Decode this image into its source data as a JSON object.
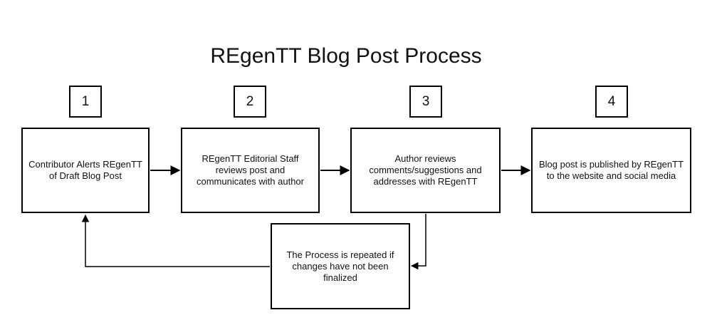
{
  "diagram": {
    "title": "REgenTT Blog Post Process",
    "steps": [
      {
        "number": "1",
        "text": "Contributor Alerts REgenTT of Draft Blog Post"
      },
      {
        "number": "2",
        "text": "REgenTT Editorial Staff reviews post and communicates with author"
      },
      {
        "number": "3",
        "text": "Author reviews comments/suggestions and addresses with REgenTT"
      },
      {
        "number": "4",
        "text": "Blog post is published  by REgenTT to the website and social media"
      }
    ],
    "feedback": {
      "text": "The Process is repeated if changes have not been finalized"
    }
  }
}
